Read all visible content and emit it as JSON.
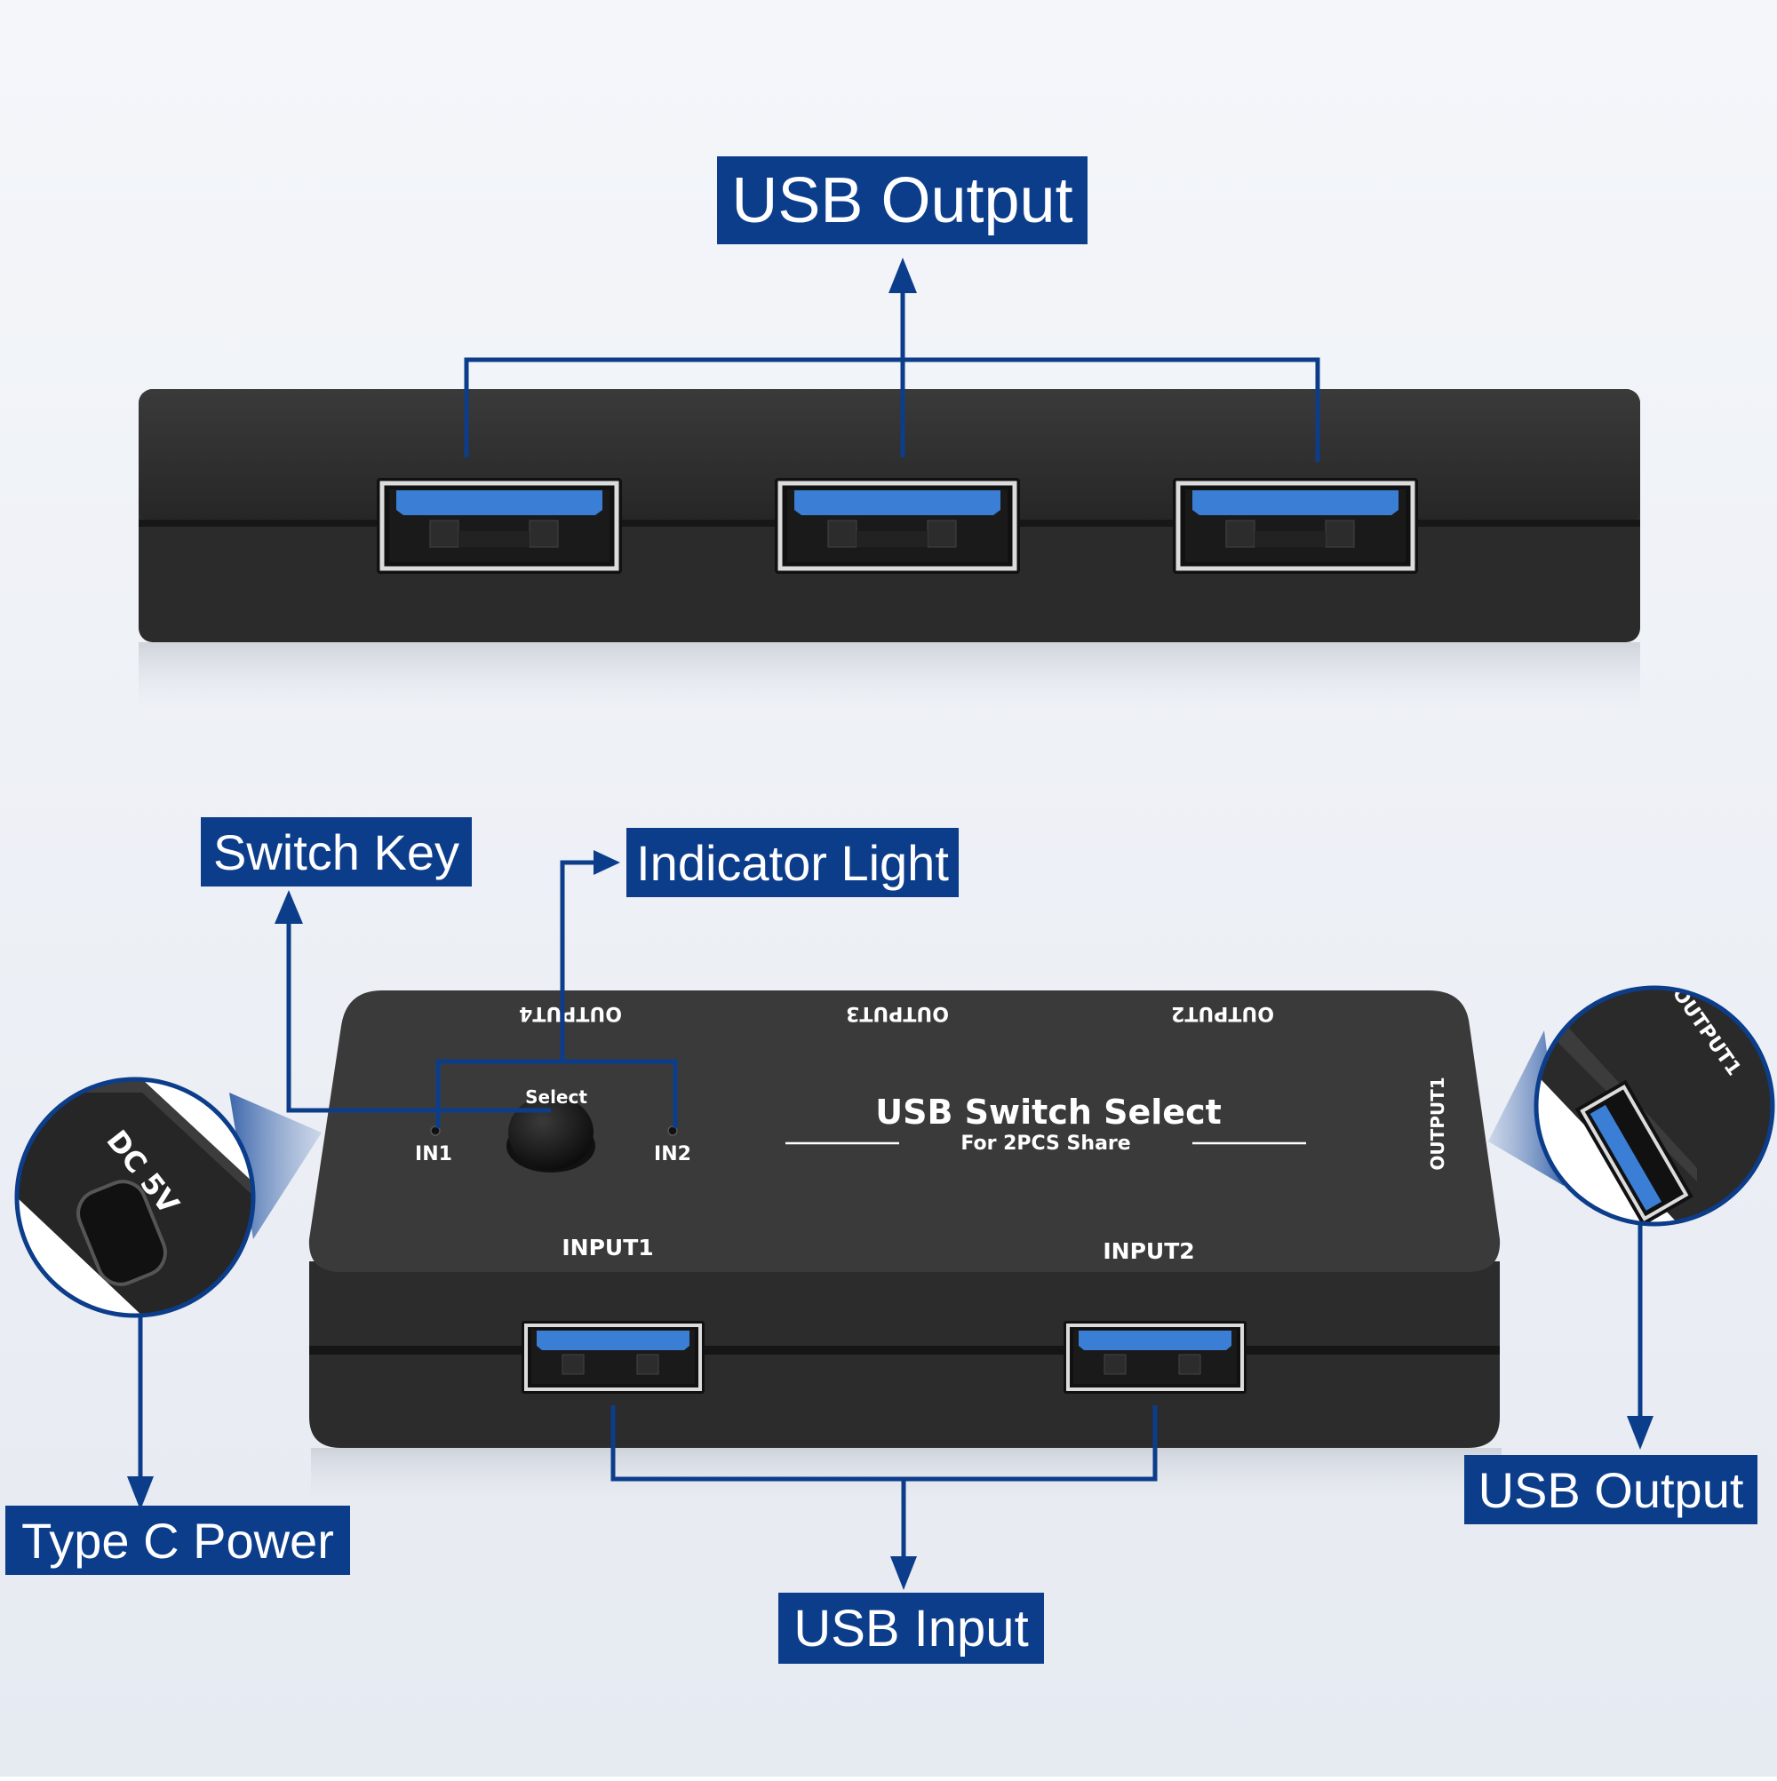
{
  "labels": {
    "usb_output_top": "USB Output",
    "switch_key": "Switch Key",
    "indicator_light": "Indicator Light",
    "type_c_power": "Type C Power",
    "usb_input": "USB Input",
    "usb_output_right": "USB Output"
  },
  "device": {
    "title": "USB Switch Select",
    "subtitle": "For 2PCS Share",
    "select_label": "Select",
    "in1": "IN1",
    "in2": "IN2",
    "input1": "INPUT1",
    "input2": "INPUT2",
    "output1": "OUTPUT1",
    "output2": "OUTPUT2",
    "output3": "OUTPUT3",
    "output4": "OUTPUT4",
    "dc_label": "DC 5V"
  },
  "colors": {
    "badge": "#0c3d8b",
    "connector": "#0c3d8b",
    "device_body": "#2a2a2a",
    "port_blue": "#3a7fd5",
    "background": "#eef1f6"
  },
  "icons": {
    "usb_port": "usb-a-port-icon",
    "arrow": "arrow-icon",
    "button": "push-button-icon",
    "led": "indicator-led-icon"
  }
}
